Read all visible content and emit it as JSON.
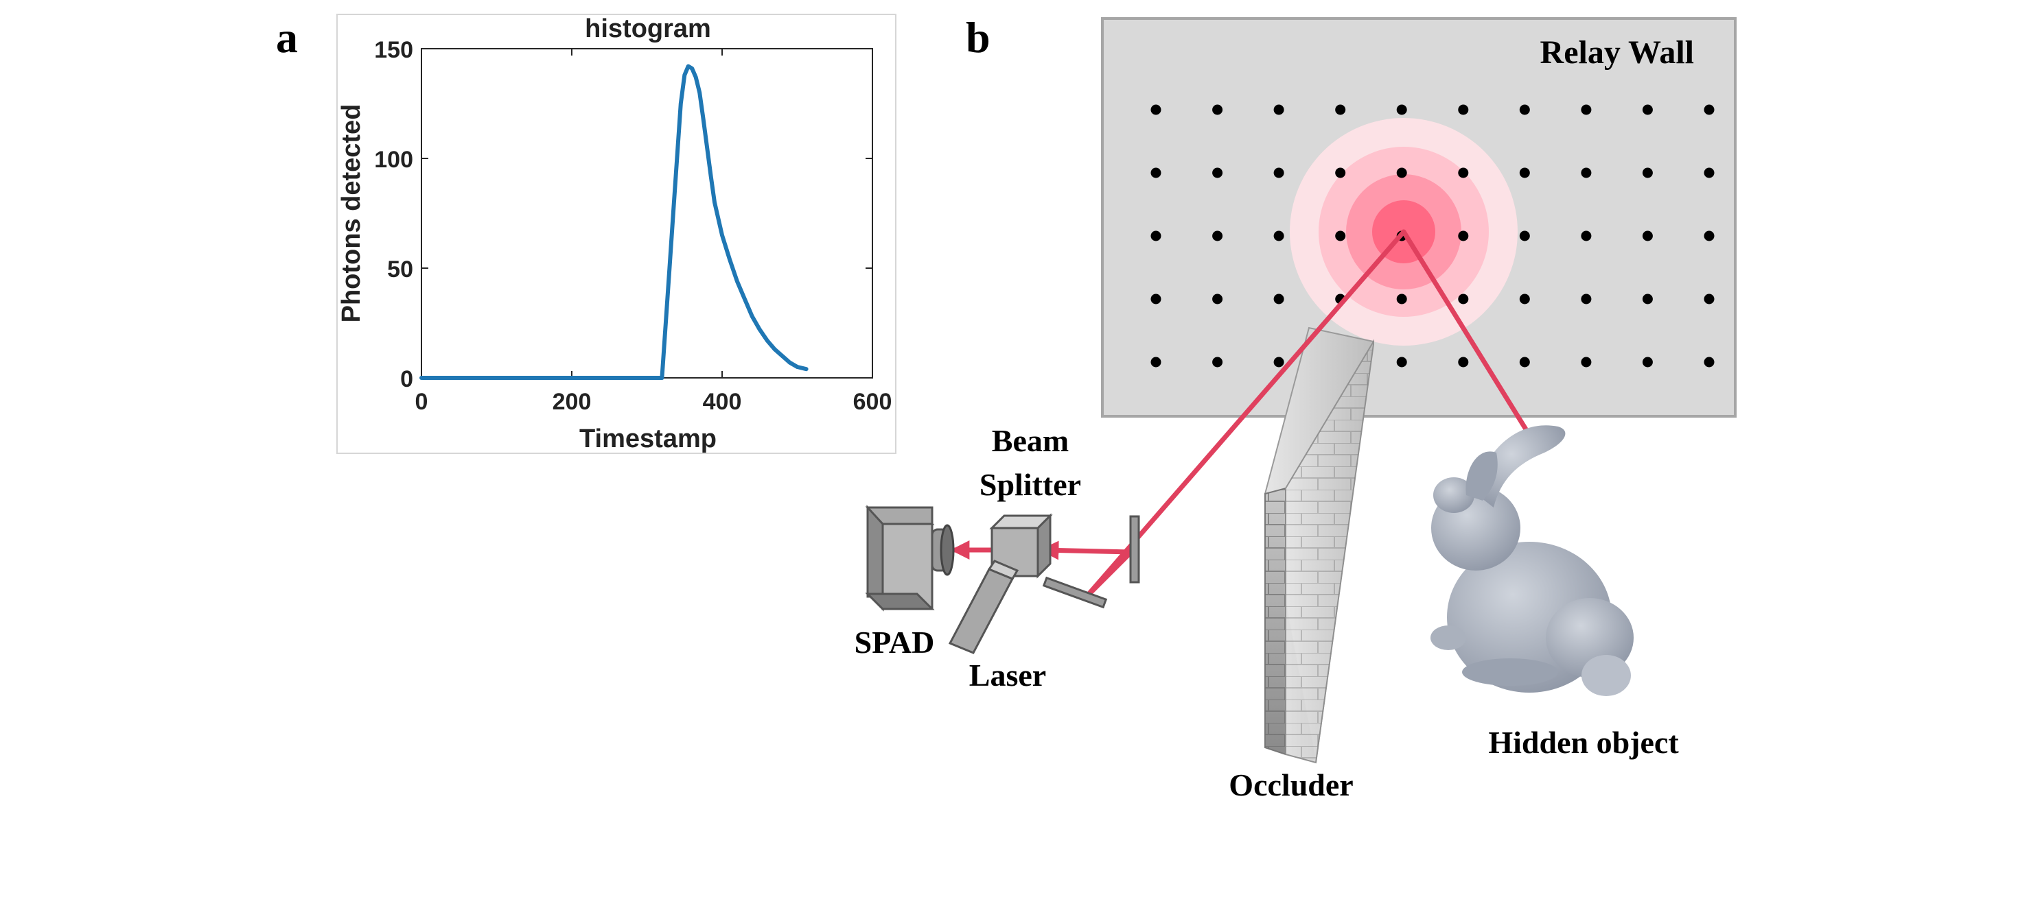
{
  "panel_a": {
    "panel_label": "a",
    "chart_data": {
      "type": "line",
      "title": "histogram",
      "xlabel": "Timestamp",
      "ylabel": "Photons detected",
      "xlim": [
        0,
        600
      ],
      "ylim": [
        0,
        150
      ],
      "xticks": [
        0,
        200,
        400,
        600
      ],
      "yticks": [
        0,
        50,
        100,
        150
      ],
      "grid": false,
      "series": [
        {
          "color": "#1f77b4",
          "x": [
            0,
            100,
            200,
            300,
            320,
            325,
            330,
            335,
            340,
            345,
            350,
            355,
            360,
            365,
            370,
            375,
            380,
            385,
            390,
            400,
            410,
            420,
            430,
            440,
            450,
            460,
            470,
            480,
            490,
            500,
            512
          ],
          "y": [
            0,
            0,
            0,
            0,
            0,
            25,
            50,
            75,
            100,
            125,
            138,
            142,
            141,
            137,
            130,
            118,
            105,
            92,
            80,
            65,
            54,
            44,
            36,
            28,
            22,
            17,
            13,
            10,
            7,
            5,
            4
          ]
        }
      ]
    }
  },
  "panel_b": {
    "panel_label": "b",
    "relay_wall_label": "Relay Wall",
    "beam_splitter_label_1": "Beam",
    "beam_splitter_label_2": "Splitter",
    "spad_label": "SPAD",
    "laser_label": "Laser",
    "occluder_label": "Occluder",
    "hidden_object_label": "Hidden object",
    "colors": {
      "wall_fill": "#d9d9d9",
      "wall_stroke": "#a6a6a6",
      "beam": "#e0405e",
      "spot": "#ff4f6d",
      "device_gray": "#a8a8a8",
      "bunny": "#aeb5c2"
    },
    "grid": {
      "rows": 5,
      "cols": 10
    }
  }
}
